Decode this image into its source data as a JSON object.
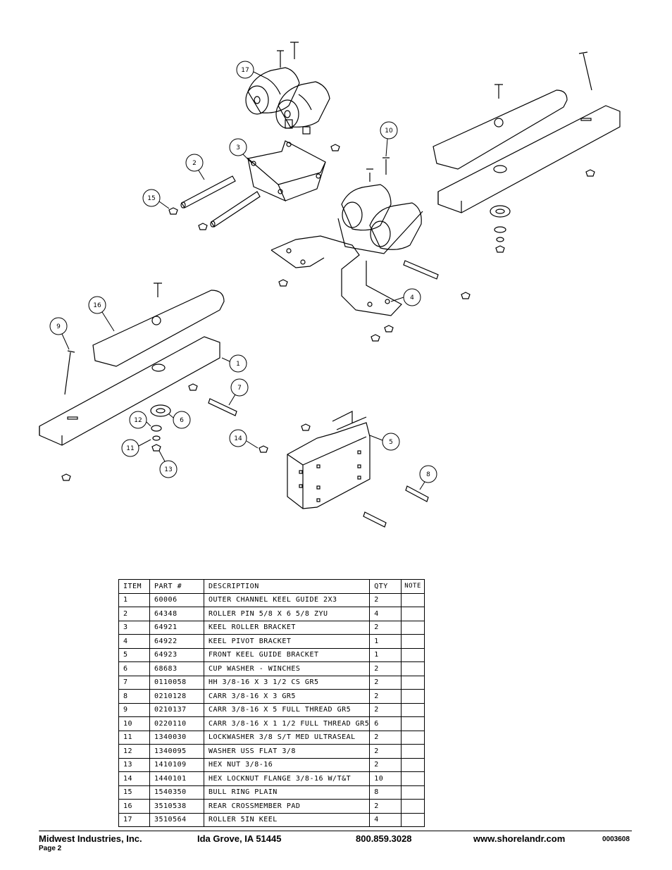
{
  "callouts": [
    "1",
    "2",
    "3",
    "4",
    "5",
    "6",
    "7",
    "8",
    "9",
    "10",
    "11",
    "12",
    "13",
    "14",
    "15",
    "16",
    "17"
  ],
  "table": {
    "headers": [
      "ITEM",
      "PART #",
      "DESCRIPTION",
      "QTY",
      "NOTE"
    ],
    "rows": [
      [
        "1",
        "60006",
        "OUTER CHANNEL KEEL GUIDE 2X3",
        "2",
        ""
      ],
      [
        "2",
        "64348",
        "ROLLER PIN  5/8 X 6 5/8 ZYU",
        "4",
        ""
      ],
      [
        "3",
        "64921",
        "KEEL ROLLER BRACKET",
        "2",
        ""
      ],
      [
        "4",
        "64922",
        "KEEL PIVOT BRACKET",
        "1",
        ""
      ],
      [
        "5",
        "64923",
        "FRONT KEEL GUIDE BRACKET",
        "1",
        ""
      ],
      [
        "6",
        "68683",
        "CUP WASHER - WINCHES",
        "2",
        ""
      ],
      [
        "7",
        "0110058",
        "HH 3/8-16 X 3 1/2 CS GR5",
        "2",
        ""
      ],
      [
        "8",
        "0210128",
        "CARR 3/8-16 X 3 GR5",
        "2",
        ""
      ],
      [
        "9",
        "0210137",
        "CARR 3/8-16 X 5 FULL THREAD GR5",
        "2",
        ""
      ],
      [
        "10",
        "0220110",
        "CARR 3/8-16 X 1 1/2 FULL THREAD GR5",
        "6",
        ""
      ],
      [
        "11",
        "1340030",
        "LOCKWASHER 3/8 S/T MED ULTRASEAL",
        "2",
        ""
      ],
      [
        "12",
        "1340095",
        "WASHER USS FLAT 3/8",
        "2",
        ""
      ],
      [
        "13",
        "1410109",
        "HEX NUT 3/8-16",
        "2",
        ""
      ],
      [
        "14",
        "1440101",
        "HEX LOCKNUT FLANGE 3/8-16 W/T&T",
        "10",
        ""
      ],
      [
        "15",
        "1540350",
        "BULL RING PLAIN",
        "8",
        ""
      ],
      [
        "16",
        "3510538",
        "REAR CROSSMEMBER PAD",
        "2",
        ""
      ],
      [
        "17",
        "3510564",
        "ROLLER 5IN KEEL",
        "4",
        ""
      ]
    ]
  },
  "footer": {
    "company": "Midwest Industries, Inc.",
    "city": "Ida Grove, IA  51445",
    "phone": "800.859.3028",
    "website": "www.shorelandr.com",
    "doc_number": "0003608",
    "page": "Page 2"
  }
}
